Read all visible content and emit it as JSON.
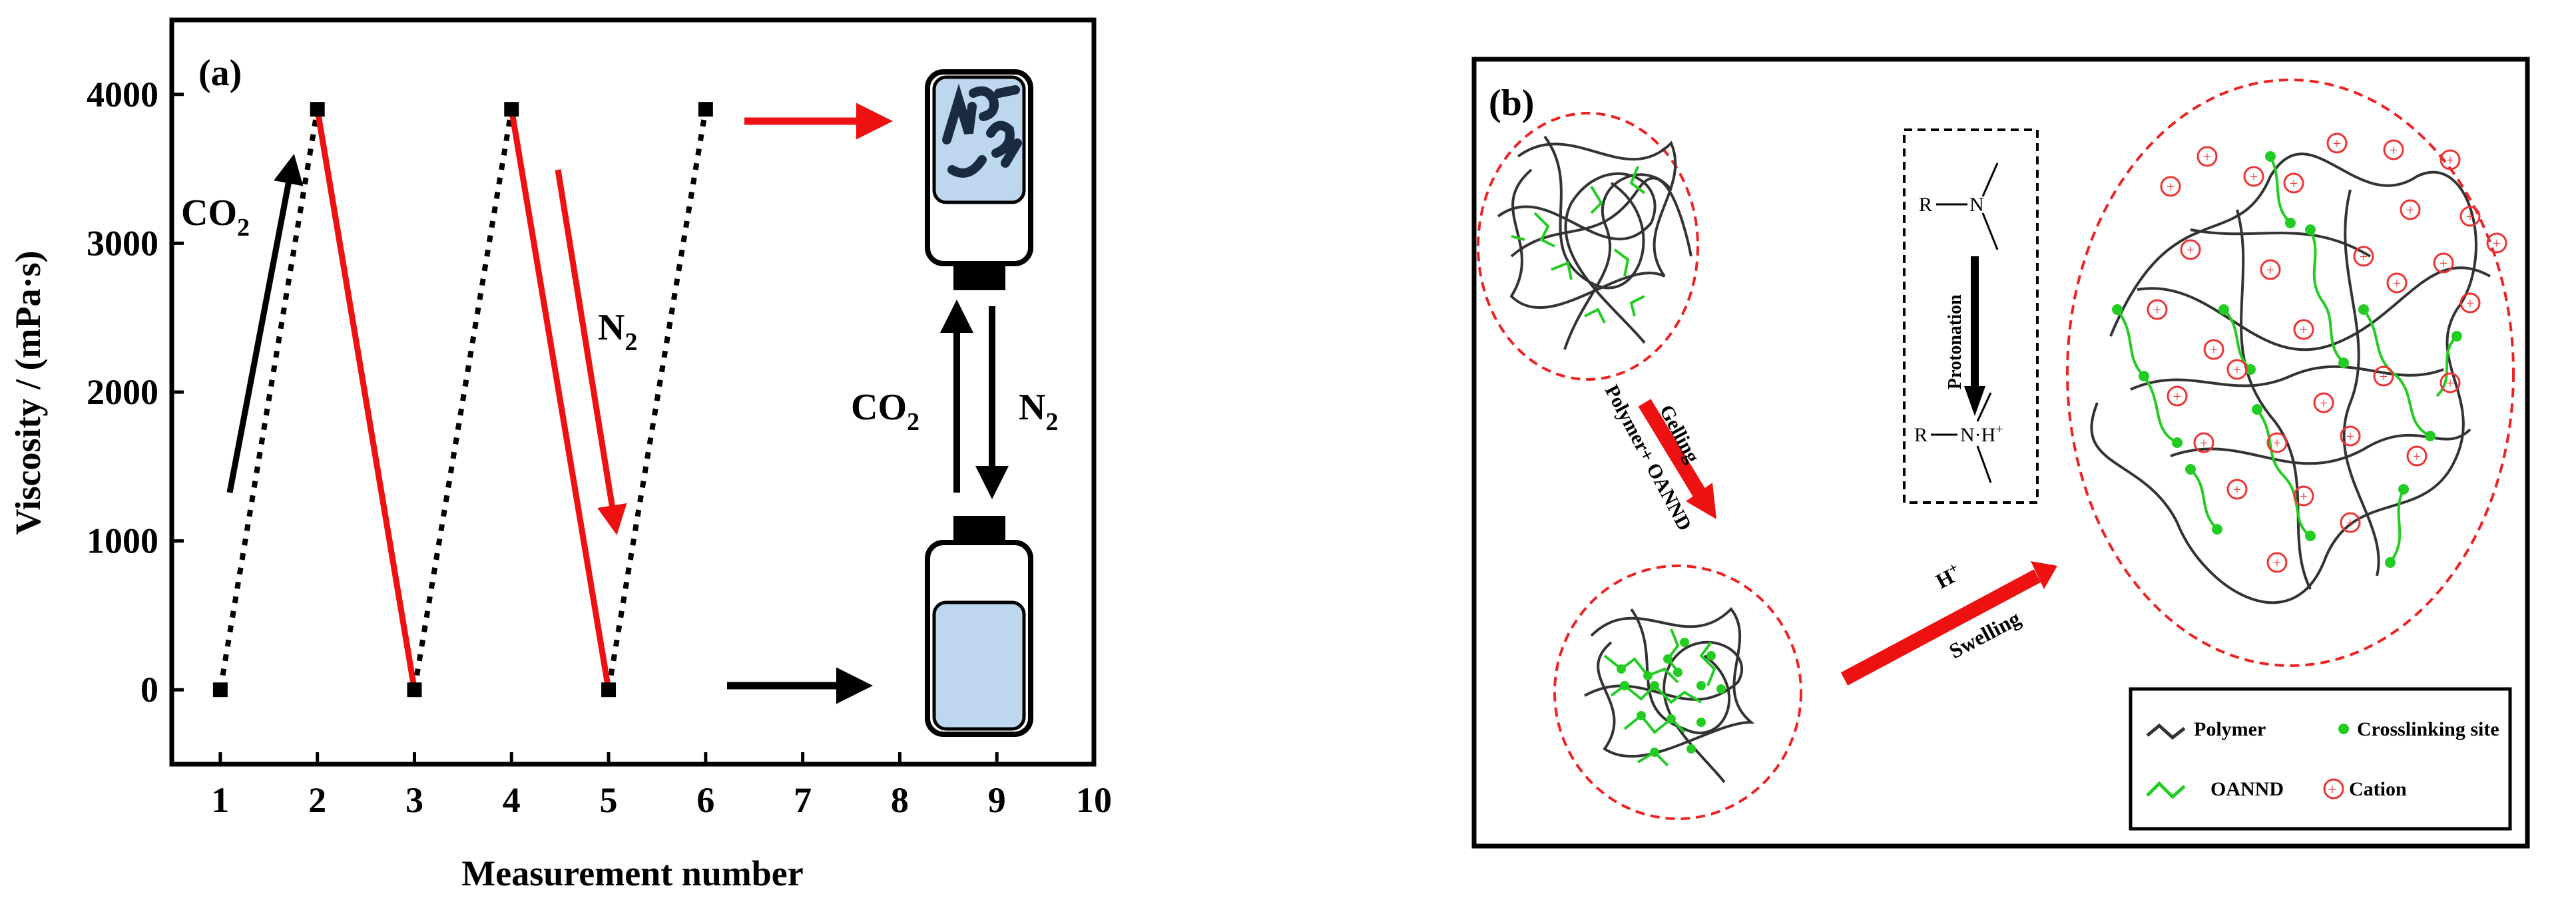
{
  "chart_data": {
    "type": "line",
    "panel_label": "(a)",
    "xlabel": "Measurement number",
    "ylabel": "Viscosity / (mPa·s)",
    "xlim": [
      0.5,
      10
    ],
    "ylim": [
      -500,
      4500
    ],
    "xticks": [
      1,
      2,
      3,
      4,
      5,
      6,
      7,
      8,
      9,
      10
    ],
    "yticks": [
      0,
      1000,
      2000,
      3000,
      4000
    ],
    "series": [
      {
        "x": [
          1,
          2,
          3,
          4,
          5,
          6
        ],
        "y": [
          0,
          3900,
          0,
          3900,
          0,
          3900
        ]
      }
    ],
    "segment_colors": [
      "#000000",
      "#ee1111",
      "#000000",
      "#ee1111",
      "#000000"
    ],
    "segment_styles": [
      "dotted",
      "solid",
      "dotted",
      "solid",
      "dotted"
    ],
    "annotations": {
      "co2_label_main": "CO",
      "co2_sub": "2",
      "n2_label_main": "N",
      "n2_sub": "2",
      "vial_co2_main": "CO",
      "vial_co2_sub": "2",
      "vial_n2_main": "N",
      "vial_n2_sub": "2"
    },
    "grid": false,
    "legend": "none"
  },
  "panel_b": {
    "label": "(b)",
    "step1_line1": "Polymer+ OANND",
    "step1_line2": "Gelling",
    "step2_top_main": "H",
    "step2_top_sup": "+",
    "step2_bottom": "Swelling",
    "protonation": {
      "top_r": "R",
      "top_n": "N",
      "arrow_label": "Protonation",
      "bottom_r": "R",
      "bottom_n": "N·H",
      "bottom_sup": "+"
    },
    "legend": {
      "polymer": "Polymer",
      "crosslink": "Crosslinking site",
      "oannd": "OANND",
      "cation": "Cation"
    },
    "colors": {
      "polymer": "#333333",
      "oannd": "#22cc22",
      "cation": "#ee3333",
      "dashed": "#ee2222"
    }
  }
}
